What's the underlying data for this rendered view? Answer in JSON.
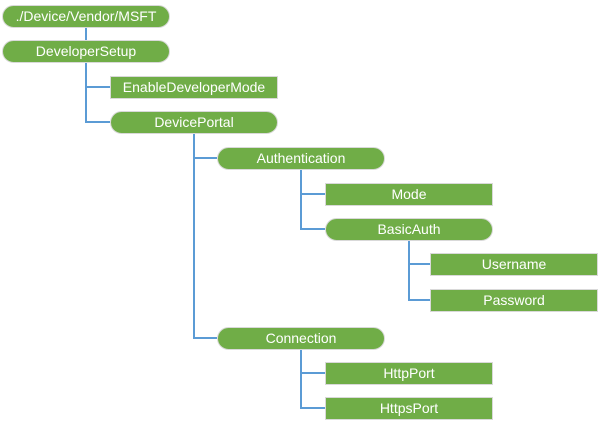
{
  "colors": {
    "node_fill": "#70AD47",
    "node_border": "#D9D9D9",
    "node_text": "#FFFFFF",
    "connector": "#5B9BD5",
    "background": "#FFFFFF"
  },
  "tree": {
    "label": "./Device/Vendor/MSFT",
    "shape": "rounded",
    "children": [
      {
        "label": "DeveloperSetup",
        "shape": "rounded",
        "children": [
          {
            "label": "EnableDeveloperMode",
            "shape": "rectangle",
            "children": []
          },
          {
            "label": "DevicePortal",
            "shape": "rounded",
            "children": [
              {
                "label": "Authentication",
                "shape": "rounded",
                "children": [
                  {
                    "label": "Mode",
                    "shape": "rectangle",
                    "children": []
                  },
                  {
                    "label": "BasicAuth",
                    "shape": "rounded",
                    "children": [
                      {
                        "label": "Username",
                        "shape": "rectangle",
                        "children": []
                      },
                      {
                        "label": "Password",
                        "shape": "rectangle",
                        "children": []
                      }
                    ]
                  }
                ]
              },
              {
                "label": "Connection",
                "shape": "rounded",
                "children": [
                  {
                    "label": "HttpPort",
                    "shape": "rectangle",
                    "children": []
                  },
                  {
                    "label": "HttpsPort",
                    "shape": "rectangle",
                    "children": []
                  }
                ]
              }
            ]
          }
        ]
      }
    ]
  }
}
